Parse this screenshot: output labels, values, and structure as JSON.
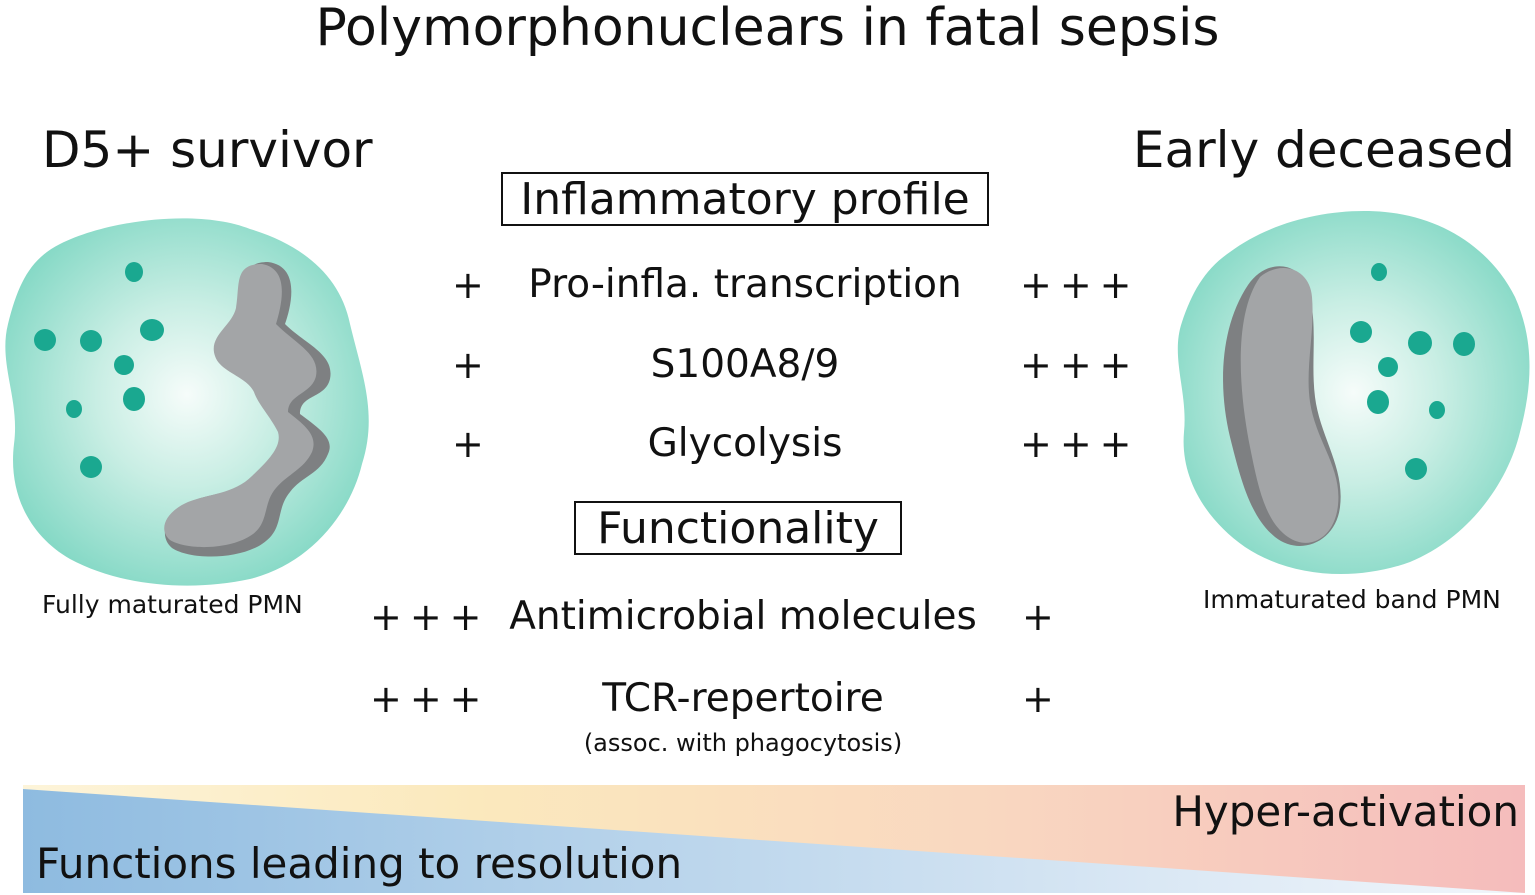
{
  "title": "Polymorphonuclears in fatal sepsis",
  "groups": {
    "left": {
      "label": "D5+ survivor",
      "cell_caption": "Fully maturated PMN"
    },
    "right": {
      "label": "Early deceased",
      "cell_caption": "Immaturated band PMN"
    }
  },
  "sections": [
    {
      "heading": "Inflammatory profile",
      "rows": [
        {
          "label": "Pro-infla. transcription",
          "left": "+",
          "right": "+++"
        },
        {
          "label": "S100A8/9",
          "left": "+",
          "right": "+++"
        },
        {
          "label": "Glycolysis",
          "left": "+",
          "right": "+++"
        }
      ]
    },
    {
      "heading": "Functionality",
      "rows": [
        {
          "label": "Antimicrobial molecules",
          "left": "+++",
          "right": "+"
        },
        {
          "label": "TCR-repertoire",
          "note": "(assoc. with phagocytosis)",
          "left": "+++",
          "right": "+"
        }
      ]
    }
  ],
  "gradient_bar": {
    "left_label": "Functions leading to resolution",
    "right_label": "Hyper-activation"
  },
  "colors": {
    "cell_fill": "#8fdccb",
    "cell_center": "#f2fbf8",
    "granule": "#1aa890",
    "nucleus": "#a3a5a7",
    "nucleus_shadow": "#7e8082",
    "bar_blue": "#8fbbe0",
    "bar_yellow": "#fbe8b8",
    "bar_pink": "#f6c0c0"
  }
}
